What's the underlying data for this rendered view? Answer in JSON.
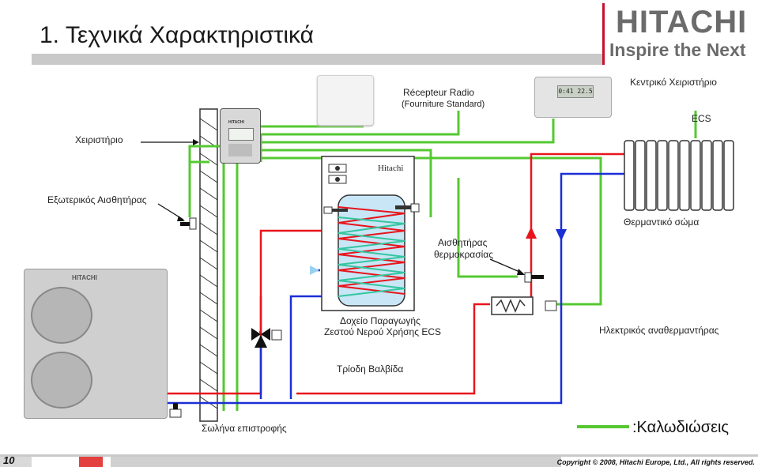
{
  "title": "1.  Τεχνικά Χαρακτηριστικά",
  "logo": {
    "brand": "HITACHI",
    "tagline": "Inspire the Next"
  },
  "labels": {
    "recepteur": "Récepteur Radio",
    "recepteur_sub": "(Fourniture Standard)",
    "central_controller": "Κεντρικό Χειριστήριο",
    "ecs": "ECS",
    "controller": "Χειριστήριο",
    "hitachi_tank": "Hitachi",
    "outdoor_sensor": "Εξωτερικός Αισθητήρας",
    "radiator": "Θερμαντικό σώμα",
    "temp_sensor_1": "Αισθητήρας",
    "temp_sensor_2": "θερμοκρασίας",
    "tank_1": "Δοχείο Παραγωγής",
    "tank_2": "Ζεστού Νερού Χρήσης ECS",
    "electric_heater": "Ηλεκτρικός αναθερμαντήρας",
    "three_way_valve": "Τρίοδη Βαλβίδα",
    "return_pipe": "Σωλήνα επιστροφής",
    "legend_cables": ":Καλωδιώσεις"
  },
  "outdoor_unit_brand": "HITACHI",
  "controller_brand": "HITACHI",
  "thermostat_display": "0:41 22.5",
  "footer": {
    "page_number": "10",
    "copyright": "Copyright © 2008, Hitachi Europe, Ltd., All rights reserved."
  },
  "colors": {
    "hot": "#e8141c",
    "cold": "#1a2fd6",
    "wire": "#55c832",
    "tank": "#c8e6f6"
  }
}
